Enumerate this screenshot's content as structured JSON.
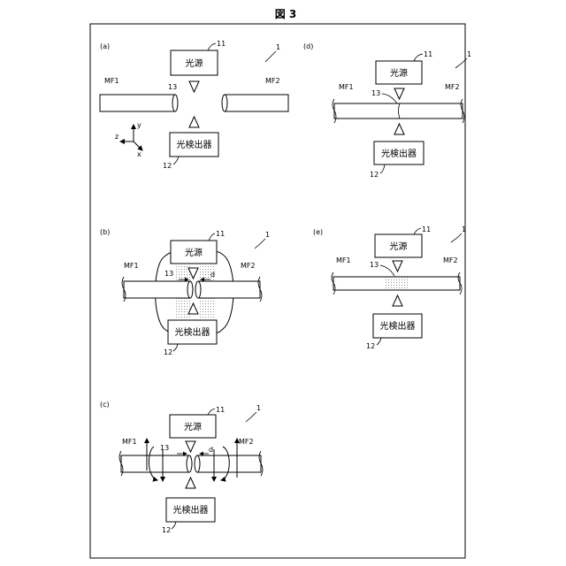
{
  "figure": {
    "title": "図 3"
  },
  "labels": {
    "light_source": "光源",
    "photodetector": "光検出器",
    "light_source_num": "11",
    "photodetector_num": "12",
    "gap_num": "13",
    "device_num": "1",
    "fiber_1": "MF1",
    "fiber_2": "MF2",
    "distance": "d",
    "axis_x": "x",
    "axis_y": "y",
    "axis_z": "z"
  },
  "panels": [
    {
      "id": "a",
      "letter": "(a)"
    },
    {
      "id": "b",
      "letter": "(b)"
    },
    {
      "id": "c",
      "letter": "(c)"
    },
    {
      "id": "d",
      "letter": "(d)"
    },
    {
      "id": "e",
      "letter": "(e)"
    }
  ]
}
